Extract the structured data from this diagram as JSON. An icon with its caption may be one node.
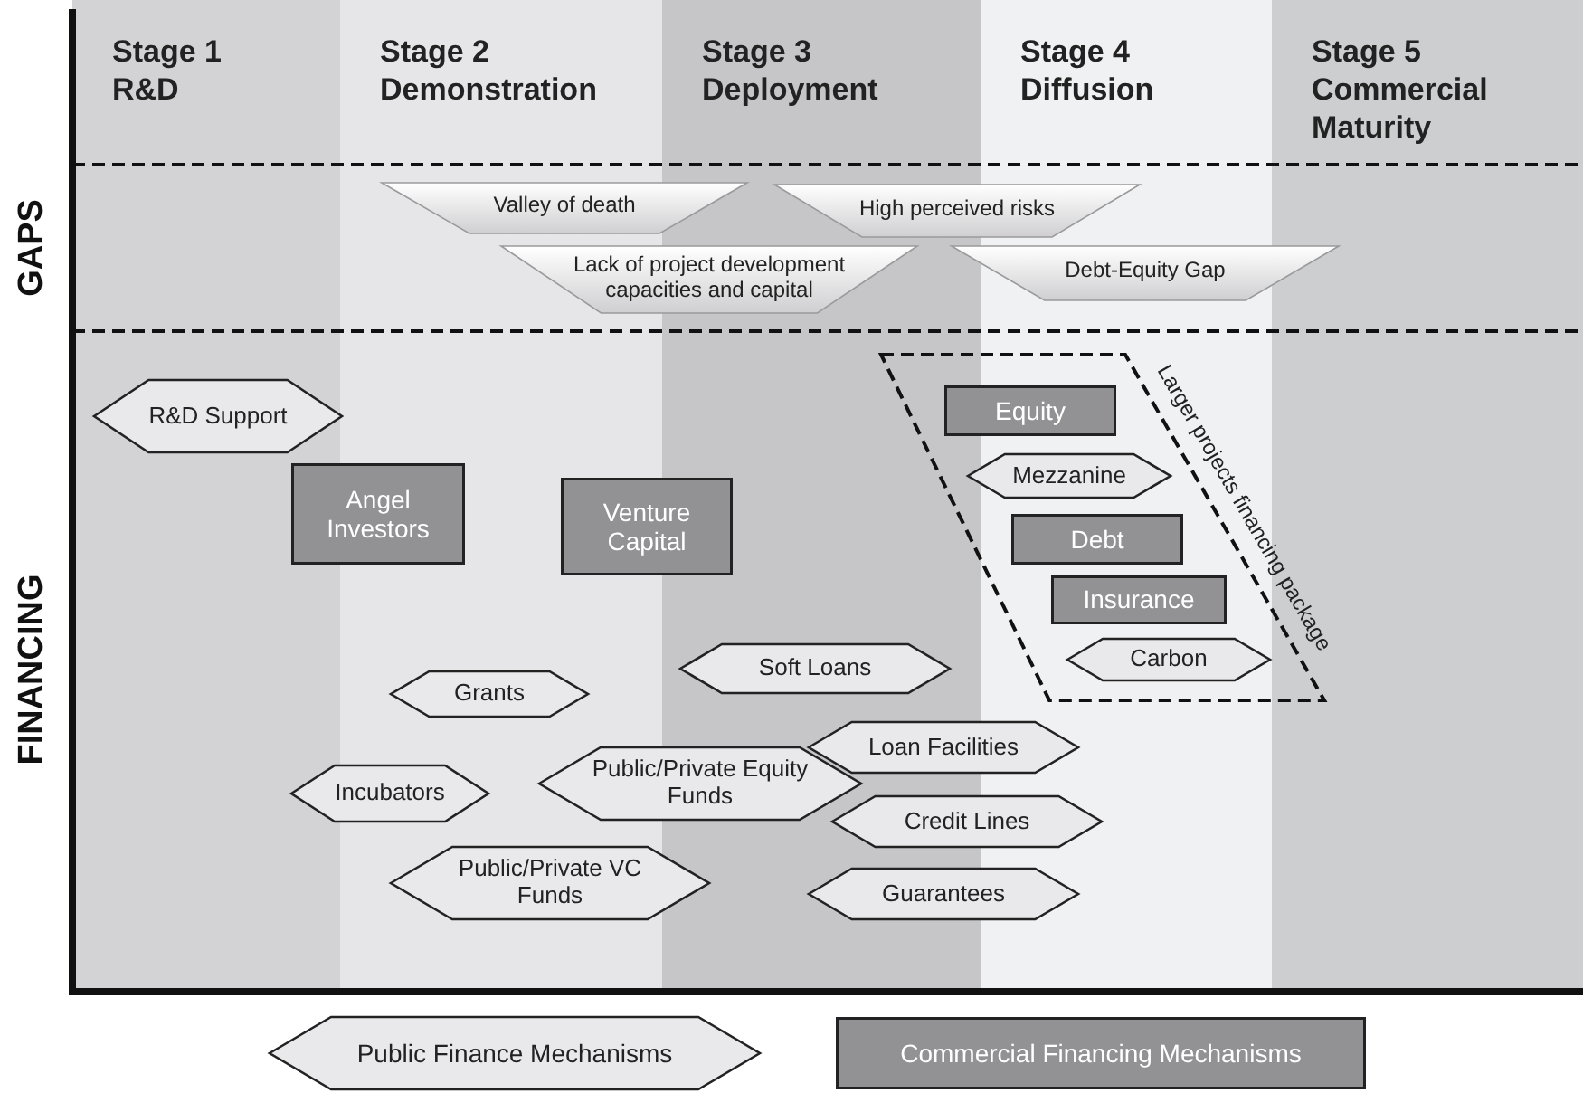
{
  "diagram": {
    "nodes": [
      {
        "text": [
          "Valley of death"
        ]
      },
      {
        "text": [
          "High perceived risks"
        ]
      },
      {
        "text": [
          "Lack of project development capacities and capital"
        ]
      },
      {
        "text": [
          "Debt-Equity Gap"
        ]
      },
      {
        "text": [
          "R&D Support"
        ]
      },
      {
        "text": [
          "Angel Investors"
        ]
      },
      {
        "text": [
          "Venture Capital"
        ]
      },
      {
        "text": [
          "Larger projects financing package"
        ]
      },
      {
        "text": [
          "Equity"
        ],
        "in": 7
      },
      {
        "text": [
          "Mezzanine"
        ],
        "in": 7
      },
      {
        "text": [
          "Debt"
        ],
        "in": 7
      },
      {
        "text": [
          "Insurance"
        ],
        "in": 7
      },
      {
        "text": [
          "Carbon"
        ],
        "in": 7
      },
      {
        "text": [
          "Soft Loans"
        ]
      },
      {
        "text": [
          "Grants"
        ]
      },
      {
        "text": [
          "Loan Facilities"
        ]
      },
      {
        "text": [
          "Incubators"
        ]
      },
      {
        "text": [
          "Public/Private Equity Funds"
        ]
      },
      {
        "text": [
          "Credit Lines"
        ]
      },
      {
        "text": [
          "Public/Private VC Funds"
        ]
      },
      {
        "text": [
          "Guarantees"
        ]
      }
    ],
    "labels": [
      "Stage 1 R&D",
      "Stage 2 Demonstration",
      "Stage 3 Deployment",
      "Stage 4 Diffusion",
      "Stage 5 Commercial Maturity",
      "GAPS",
      "FINANCING"
    ],
    "legend": [
      {
        "text": "Public Finance Mechanisms"
      },
      {
        "text": "Commercial Financing Mechanisms"
      }
    ]
  }
}
